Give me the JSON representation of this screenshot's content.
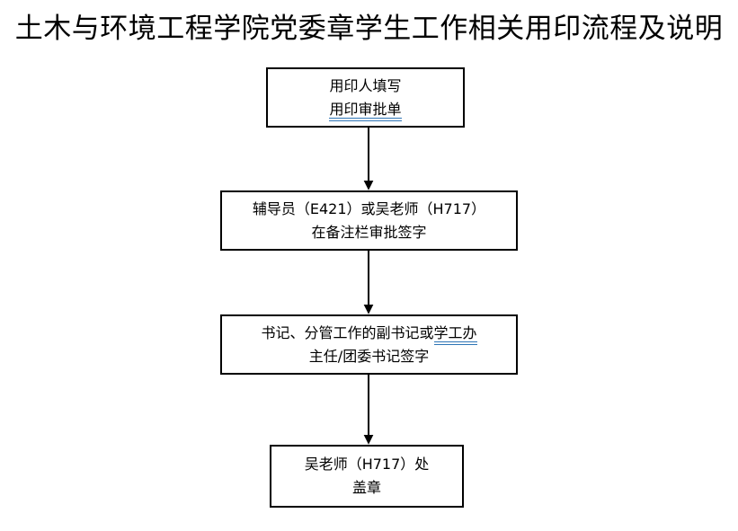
{
  "title": "土木与环境工程学院党委章学生工作相关用印流程及说明",
  "colors": {
    "text": "#000000",
    "box_border": "#000000",
    "background": "#FFFFFF",
    "link_underline": "#2E75B6"
  },
  "icons": {
    "flow_arrow_down": "▼"
  },
  "flowchart": {
    "steps": [
      {
        "name": "fill-approval-form",
        "lines": [
          {
            "segments": [
              {
                "text": "用印人填写",
                "underline": false
              }
            ]
          },
          {
            "segments": [
              {
                "text": "用印审批单",
                "underline": true
              }
            ]
          }
        ]
      },
      {
        "name": "counselor-or-teacher-sign",
        "lines": [
          {
            "segments": [
              {
                "text": "辅导员（E421）或吴老师（H717）",
                "underline": false
              }
            ]
          },
          {
            "segments": [
              {
                "text": "在备注栏审批签字",
                "underline": false
              }
            ]
          }
        ]
      },
      {
        "name": "secretary-sign",
        "lines": [
          {
            "segments": [
              {
                "text": "书记、分管工作的副书记或",
                "underline": false
              },
              {
                "text": "学工办",
                "underline": true
              }
            ]
          },
          {
            "segments": [
              {
                "text": "主任/团委书记签字",
                "underline": false
              }
            ]
          }
        ]
      },
      {
        "name": "stamp-seal",
        "lines": [
          {
            "segments": [
              {
                "text": "吴老师（H717）处",
                "underline": false
              }
            ]
          },
          {
            "segments": [
              {
                "text": "盖章",
                "underline": false
              }
            ]
          }
        ]
      }
    ]
  }
}
